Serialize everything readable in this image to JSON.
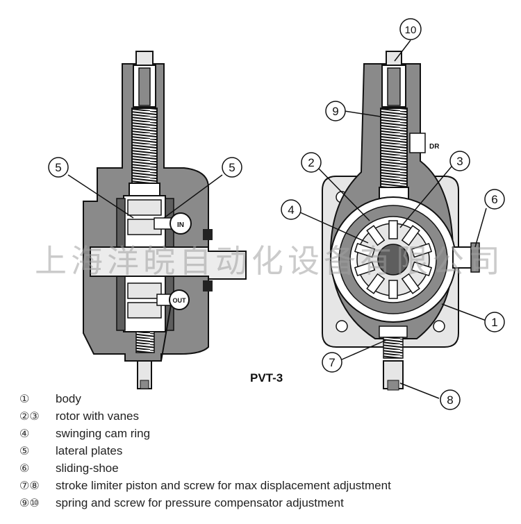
{
  "diagram": {
    "model_label": "PVT-3",
    "port_in": "IN",
    "port_out": "OUT",
    "port_dr": "DR",
    "callouts": {
      "left_5a": "5",
      "left_5b": "5",
      "c10": "10",
      "c9": "9",
      "c2": "2",
      "c3": "3",
      "c4": "4",
      "c6": "6",
      "c1": "1",
      "c7": "7",
      "c8": "8"
    }
  },
  "watermark": "上海洋皖自动化设备有限公司",
  "legend": [
    {
      "nums": "①",
      "text": "body"
    },
    {
      "nums": "②③",
      "text": "rotor with vanes"
    },
    {
      "nums": "④",
      "text": "swinging cam ring"
    },
    {
      "nums": "⑤",
      "text": "lateral plates"
    },
    {
      "nums": "⑥",
      "text": "sliding-shoe"
    },
    {
      "nums": "⑦⑧",
      "text": "stroke limiter piston and screw for max displacement adjustment"
    },
    {
      "nums": "⑨⑩",
      "text": "spring and screw for pressure compensator adjustment"
    }
  ],
  "colors": {
    "body": "#8a8a8a",
    "dark": "#5e5e5e",
    "light": "#e6e6e6",
    "outline": "#111111"
  }
}
